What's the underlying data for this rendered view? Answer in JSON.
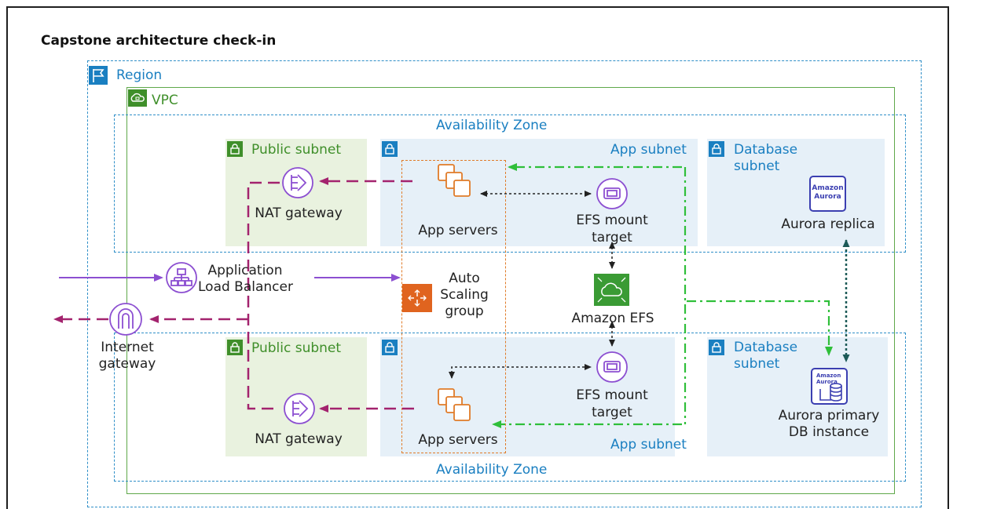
{
  "title": "Capstone architecture check-in",
  "labels": {
    "region": "Region",
    "vpc": "VPC",
    "availability_zone_top": "Availability Zone",
    "availability_zone_bottom": "Availability Zone",
    "public_subnet_top": "Public subnet",
    "public_subnet_bottom": "Public subnet",
    "app_subnet_top": "App subnet",
    "app_subnet_bottom": "App subnet",
    "database_subnet_top_1": "Database",
    "database_subnet_top_2": "subnet",
    "database_subnet_bottom_1": "Database",
    "database_subnet_bottom_2": "subnet"
  },
  "nodes": {
    "nat_gateway_top": "NAT gateway",
    "nat_gateway_bottom": "NAT gateway",
    "app_servers_top": "App servers",
    "app_servers_bottom": "App servers",
    "efs_mount_top_1": "EFS mount",
    "efs_mount_top_2": "target",
    "efs_mount_bottom_1": "EFS mount",
    "efs_mount_bottom_2": "target",
    "aurora_replica": "Aurora replica",
    "aurora_primary_1": "Aurora primary",
    "aurora_primary_2": "DB instance",
    "alb_1": "Application",
    "alb_2": "Load Balancer",
    "asg_1": "Auto",
    "asg_2": "Scaling",
    "asg_3": "group",
    "amazon_efs": "Amazon EFS",
    "igw_1": "Internet",
    "igw_2": "gateway",
    "aurora_icon_text_1": "Amazon",
    "aurora_icon_text_2": "Aurora"
  },
  "colors": {
    "region_border": "#2f8fc8",
    "vpc_border": "#5fa84a",
    "public_subnet_fill": "#e9f2df",
    "app_subnet_fill": "#e6f0f8",
    "asg_border": "#e07b28",
    "network_purple": "#8c4fd1",
    "outbound_magenta": "#a3236e",
    "efs_green": "#2fbf3a",
    "db_teal": "#1c5a57"
  }
}
